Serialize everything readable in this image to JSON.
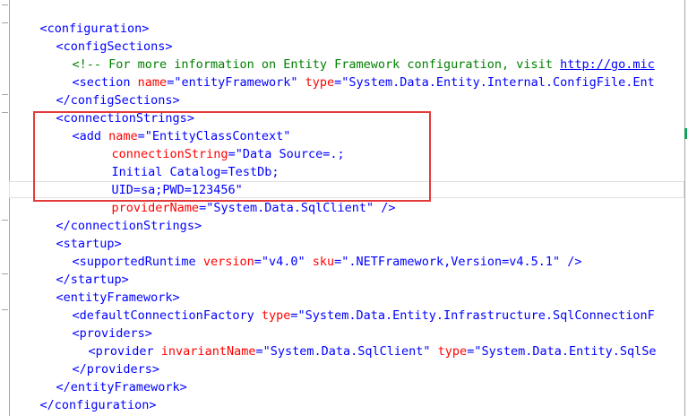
{
  "lines": [
    [
      "<configuration>"
    ],
    [
      "<configSections>"
    ],
    [
      "<!-- For more information on Entity Framework configuration, visit ",
      "http://go.mic"
    ],
    [
      "<section ",
      "name",
      "=\"entityFramework\" ",
      "type",
      "=\"System.Data.Entity.Internal.ConfigFile.Ent"
    ],
    [
      "</configSections>"
    ],
    [
      "<connectionStrings>"
    ],
    [
      "<add ",
      "name",
      "=\"EntityClassContext\""
    ],
    [
      "connectionString",
      "=\"Data Source=.;"
    ],
    [
      "Initial Catalog=TestDb;"
    ],
    [
      "UID=sa;PWD=123456\""
    ],
    [
      "providerName",
      "=\"System.Data.SqlClient\" />"
    ],
    [
      "</connectionStrings>"
    ],
    [
      "<startup>"
    ],
    [
      "<supportedRuntime ",
      "version",
      "=\"v4.0\" ",
      "sku",
      "=\".NETFramework,Version=v4.5.1\" />"
    ],
    [
      "</startup>"
    ],
    [
      "<entityFramework>"
    ],
    [
      "<defaultConnectionFactory ",
      "type",
      "=\"System.Data.Entity.Infrastructure.SqlConnectionF"
    ],
    [
      "<providers>"
    ],
    [
      "<provider ",
      "invariantName",
      "=\"System.Data.SqlClient\" ",
      "type",
      "=\"System.Data.Entity.SqlSe"
    ],
    [
      "</providers>"
    ],
    [
      "</entityFramework>"
    ],
    [
      "</configuration>"
    ]
  ]
}
